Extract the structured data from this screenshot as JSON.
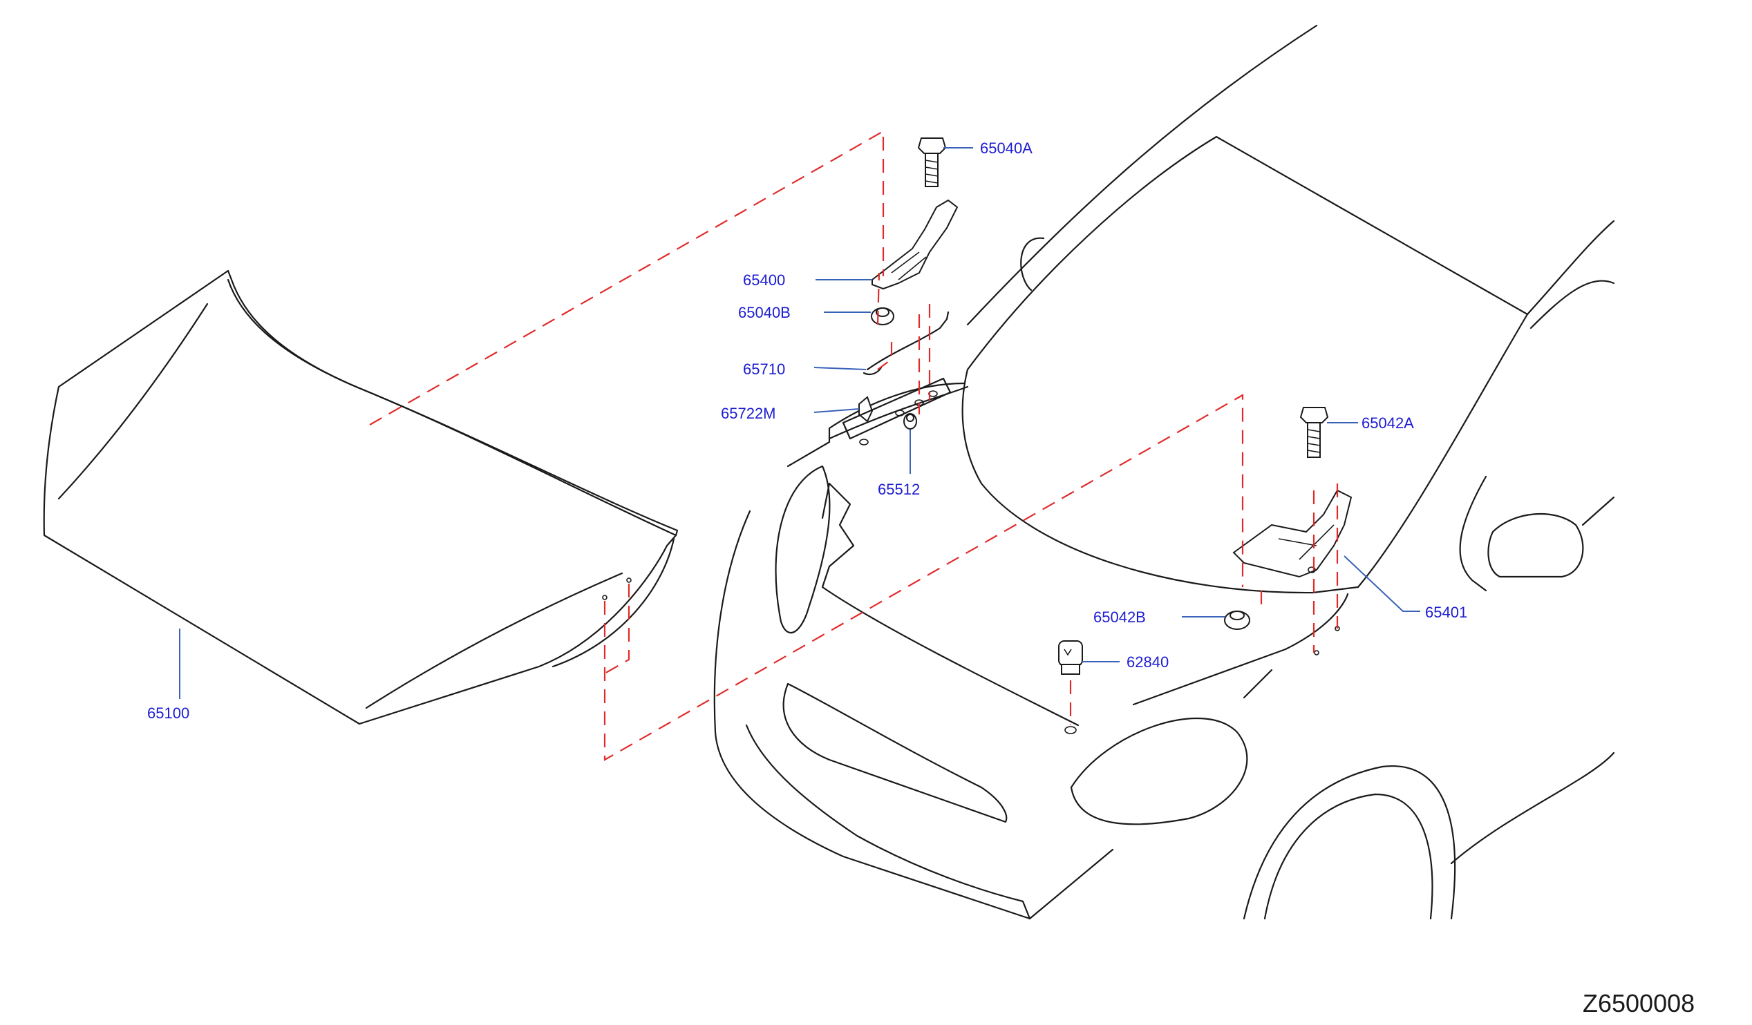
{
  "diagram": {
    "figure_code": "Z6500008",
    "colors": {
      "line": "#1a1a1a",
      "callout": "#1c1cd2",
      "leader": "#3a62b8",
      "dashed_alignment": "#e02b2b"
    },
    "callouts": {
      "hood": "65100",
      "hinge_lh_bolt": "65040A",
      "hinge_lh": "65400",
      "hinge_lh_nut": "65040B",
      "hood_rod": "65710",
      "rod_clip": "65722M",
      "bumper_rubber": "65512",
      "hinge_rh_bolt": "65042A",
      "hinge_rh_nut": "65042B",
      "hinge_rh": "65401",
      "hood_stop": "62840"
    }
  }
}
